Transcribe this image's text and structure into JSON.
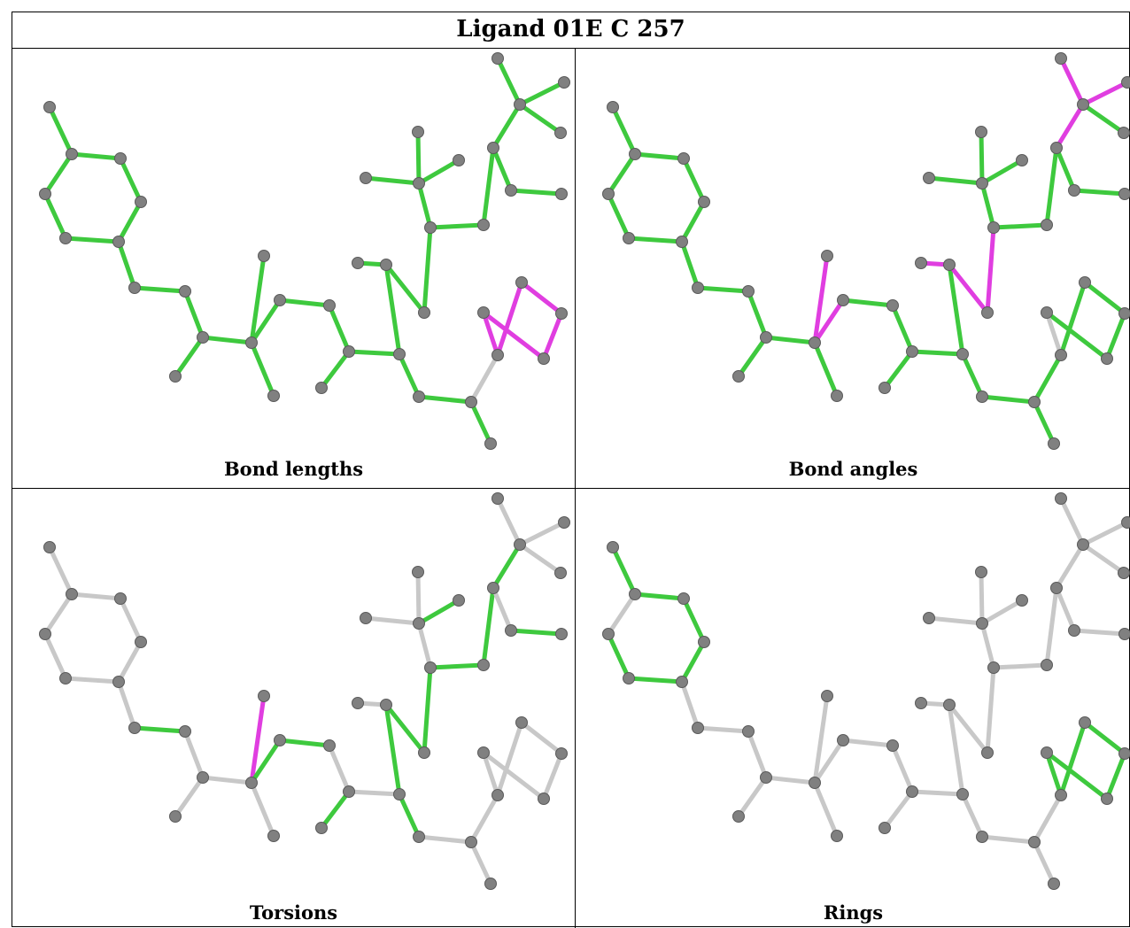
{
  "title": "Ligand 01E C 257",
  "colors": {
    "ok_bond": "#3ec93e",
    "outlier_bond": "#e03ee0",
    "neutral_bond": "#c8c8c8",
    "atom": "#808080"
  },
  "panels": [
    {
      "id": "bond-lengths",
      "label": "Bond lengths",
      "highlight": "lengths"
    },
    {
      "id": "bond-angles",
      "label": "Bond angles",
      "highlight": "angles"
    },
    {
      "id": "torsions",
      "label": "Torsions",
      "highlight": "torsions"
    },
    {
      "id": "rings",
      "label": "Rings",
      "highlight": "rings"
    }
  ]
}
